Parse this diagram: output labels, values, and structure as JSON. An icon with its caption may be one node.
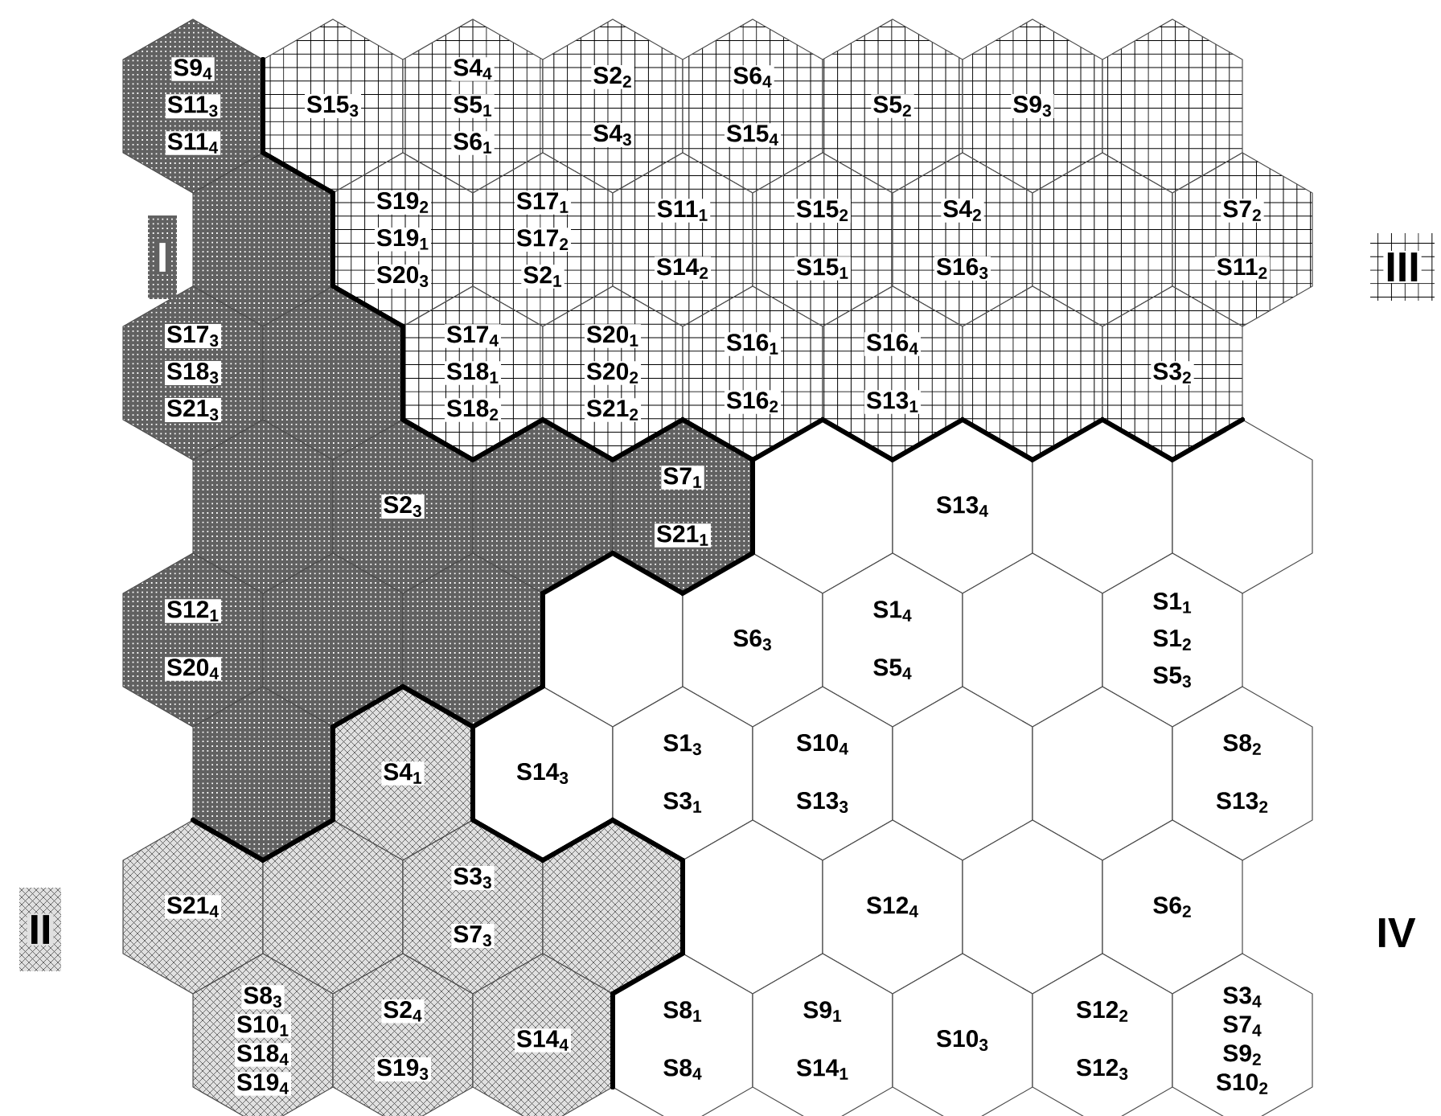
{
  "diagram": {
    "nodes": [
      {
        "text": [
          "S9$_{4}$",
          "S11$_{3}$",
          "S11$_{4}$"
        ]
      },
      {
        "text": [
          "S15$_{3}$"
        ]
      },
      {
        "text": [
          "S4$_{4}$",
          "S5$_{1}$",
          "S6$_{1}$"
        ]
      },
      {
        "text": [
          "S2$_{2}$",
          "S4$_{3}$"
        ]
      },
      {
        "text": [
          "S6$_{4}$",
          "S15$_{4}$"
        ]
      },
      {
        "text": [
          "S5$_{2}$"
        ]
      },
      {
        "text": [
          "S9$_{3}$"
        ]
      },
      {
        "text": [],
        "shape": "hexagon"
      },
      {
        "text": [],
        "shape": "hexagon"
      },
      {
        "text": [
          "S19$_{2}$",
          "S19$_{1}$",
          "S20$_{3}$"
        ]
      },
      {
        "text": [
          "S17$_{1}$",
          "S17$_{2}$",
          "S2$_{1}$"
        ]
      },
      {
        "text": [
          "S11$_{1}$",
          "S14$_{2}$"
        ]
      },
      {
        "text": [
          "S15$_{2}$",
          "S15$_{1}$"
        ]
      },
      {
        "text": [
          "S4$_{2}$",
          "S16$_{3}$"
        ]
      },
      {
        "text": [],
        "shape": "hexagon"
      },
      {
        "text": [
          "S7$_{2}$",
          "S11$_{2}$"
        ]
      },
      {
        "text": [
          "S17$_{3}$",
          "S18$_{3}$",
          "S21$_{3}$"
        ]
      },
      {
        "text": [],
        "shape": "hexagon"
      },
      {
        "text": [
          "S17$_{4}$",
          "S18$_{1}$",
          "S18$_{2}$"
        ]
      },
      {
        "text": [
          "S20$_{1}$",
          "S20$_{2}$",
          "S21$_{2}$"
        ]
      },
      {
        "text": [
          "S16$_{1}$",
          "S16$_{2}$"
        ]
      },
      {
        "text": [
          "S16$_{4}$",
          "S13$_{1}$"
        ]
      },
      {
        "text": [],
        "shape": "hexagon"
      },
      {
        "text": [
          "S3$_{2}$"
        ]
      },
      {
        "text": [],
        "shape": "hexagon"
      },
      {
        "text": [
          "S2$_{3}$"
        ]
      },
      {
        "text": [],
        "shape": "hexagon"
      },
      {
        "text": [
          "S7$_{1}$",
          "S21$_{1}$"
        ]
      },
      {
        "text": [],
        "shape": "hexagon"
      },
      {
        "text": [
          "S13$_{4}$"
        ]
      },
      {
        "text": [],
        "shape": "hexagon"
      },
      {
        "text": [],
        "shape": "hexagon"
      },
      {
        "text": [
          "S12$_{1}$",
          "S20$_{4}$"
        ]
      },
      {
        "text": [],
        "shape": "hexagon"
      },
      {
        "text": [],
        "shape": "hexagon"
      },
      {
        "text": [],
        "shape": "hexagon"
      },
      {
        "text": [
          "S6$_{3}$"
        ]
      },
      {
        "text": [
          "S1$_{4}$",
          "S5$_{4}$"
        ]
      },
      {
        "text": [],
        "shape": "hexagon"
      },
      {
        "text": [
          "S1$_{1}$",
          "S1$_{2}$",
          "S5$_{3}$"
        ]
      },
      {
        "text": [],
        "shape": "hexagon"
      },
      {
        "text": [
          "S4$_{1}$"
        ]
      },
      {
        "text": [
          "S14$_{3}$"
        ]
      },
      {
        "text": [
          "S1$_{3}$",
          "S3$_{1}$"
        ]
      },
      {
        "text": [
          "S10$_{4}$",
          "S13$_{3}$"
        ]
      },
      {
        "text": [],
        "shape": "hexagon"
      },
      {
        "text": [],
        "shape": "hexagon"
      },
      {
        "text": [
          "S8$_{2}$",
          "S13$_{2}$"
        ]
      },
      {
        "text": [
          "S21$_{4}$"
        ]
      },
      {
        "text": [],
        "shape": "hexagon"
      },
      {
        "text": [
          "S3$_{3}$",
          "S7$_{3}$"
        ]
      },
      {
        "text": [],
        "shape": "hexagon"
      },
      {
        "text": [],
        "shape": "hexagon"
      },
      {
        "text": [
          "S12$_{4}$"
        ]
      },
      {
        "text": [],
        "shape": "hexagon"
      },
      {
        "text": [
          "S6$_{2}$"
        ]
      },
      {
        "text": [
          "S8$_{3}$",
          "S10$_{1}$",
          "S18$_{4}$",
          "S19$_{4}$"
        ]
      },
      {
        "text": [
          "S2$_{4}$",
          "S19$_{3}$"
        ]
      },
      {
        "text": [
          "S14$_{4}$"
        ]
      },
      {
        "text": [
          "S8$_{1}$",
          "S8$_{4}$"
        ]
      },
      {
        "text": [
          "S9$_{1}$",
          "S14$_{1}$"
        ]
      },
      {
        "text": [
          "S10$_{3}$"
        ]
      },
      {
        "text": [
          "S12$_{2}$",
          "S12$_{3}$"
        ]
      },
      {
        "text": [
          "S3$_{4}$",
          "S7$_{4}$",
          "S9$_{2}$",
          "S10$_{2}$"
        ]
      }
    ],
    "labels": [
      "I",
      "III",
      "II",
      "IV"
    ]
  }
}
